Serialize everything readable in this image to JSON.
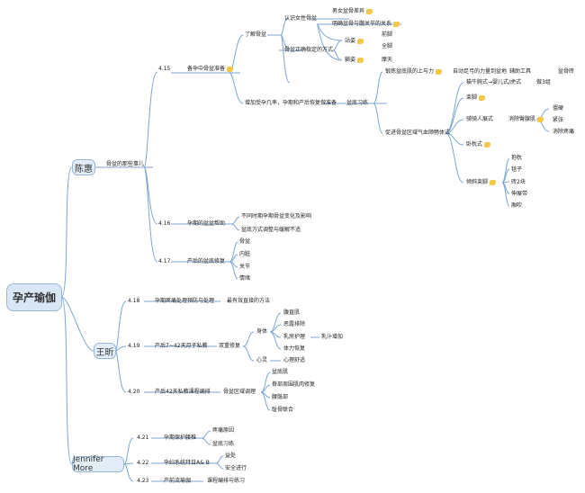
{
  "root": {
    "label": "孕产瑜伽"
  },
  "branches": [
    {
      "name": "陈惠",
      "topic": "骨盆的那些事儿"
    },
    {
      "name": "王昕"
    },
    {
      "name": "Jennifer More"
    }
  ],
  "chen": {
    "d415": "4.15",
    "prep": "备孕中骨盆准备",
    "understand": "了解骨盆",
    "know_female": "认识女性骨盆",
    "gender_diff": "男女盆骨差异",
    "joint_rel": "明确盆骨与髋关节的关系",
    "correct_way": "骨盆正确稳定的方式",
    "standing": "站姿",
    "sitting": "坐姿",
    "lying": "躺姿",
    "front_foot": "前脚",
    "full_foot": "全脚",
    "back_day": "摩天",
    "increase": "增加受孕几率，孕期和产后恢复做准备",
    "habit": "盆底习练",
    "train_core": "锻炼盆底肌的上与力",
    "self_work": "自动足弓的力量到盆地",
    "aux_tool": "辅助工具",
    "pelvic_brick": "盆骨砖",
    "promote": "促进骨盆区域气血顺畅体式",
    "cat": "猫牛腕式→婴儿式/虎式",
    "tail3": "做3组",
    "front": "束脚",
    "ride": "骑骑人展式",
    "remove": "消除臀腺肌",
    "hard": "僵硬",
    "tight": "紧张",
    "pain": "消除疼痛",
    "tablet": "卧枕式",
    "prop_front": "倾斜束脚",
    "pillow": "抱枕",
    "cushion": "毯子",
    "brick2": "砖2块",
    "strap": "伸展带",
    "blanket": "厢吹",
    "d416": "4.16",
    "pregnant_help": "孕期的盆盆帮助",
    "diff_stage": "不同时期孕期骨盆变化及影响",
    "method_adjust": "盆底方式调整与缓解不适",
    "d417": "4.17",
    "postpartum": "产后的盆底修复",
    "pelvis": "骨盆",
    "viscera": "内脏",
    "joint": "关节",
    "emotion": "情绪"
  },
  "wang": {
    "d418": "4.18",
    "mild_cond": "孕期疼痛处理预防与处理",
    "most_direct": "最有效直接的方法",
    "d419": "4.19",
    "d19_label": "产后7~42天月子私教",
    "dual_repair": "双重修复",
    "body": "身体",
    "heart": "心灵",
    "abs": "腹直肌",
    "lochia": "恶露排除",
    "breast": "乳房护理",
    "milk": "乳汁增加",
    "fitness": "体力恢复",
    "mind_relax": "心理舒适",
    "d420": "4.20",
    "d20_label": "产后42天私教课程编排",
    "pelvic_area": "骨盆区域调理",
    "pelvic_floor": "盆底肌",
    "abdom": "脊部周围肌肉修复",
    "waist": "腰骶部",
    "pubic": "耻骨联合"
  },
  "jennifer": {
    "d421": "4.21",
    "protect_waist": "孕期保护腰椎",
    "pain_cause": "疼痛原因",
    "habit": "盆底习练",
    "d422": "4.22",
    "pregnancy_ab": "孕妇系统拜日A& B",
    "benefit": "益处",
    "safe": "安全进行",
    "d423": "4.23",
    "prenatal_flow": "产前流瑜伽",
    "course": "课程编排与练习"
  }
}
